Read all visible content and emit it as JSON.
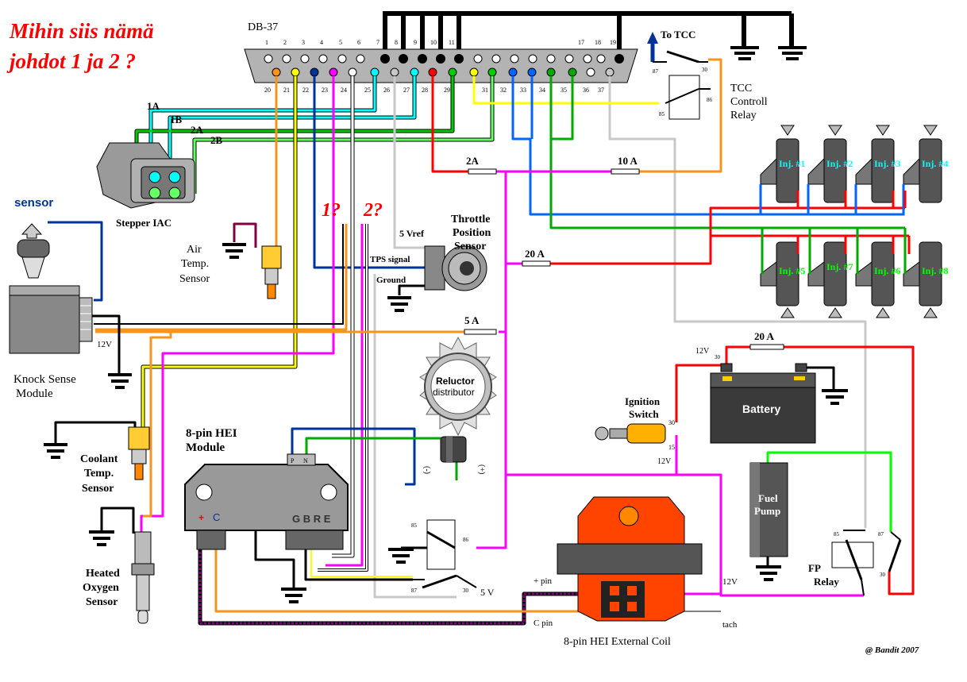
{
  "title_line1": "Mihin siis nämä",
  "title_line2": "johdot 1 ja 2 ?",
  "connector_name": "DB-37",
  "pins_top": [
    "1",
    "2",
    "3",
    "4",
    "5",
    "6",
    "7",
    "8",
    "9",
    "10",
    "11",
    "17",
    "18",
    "19"
  ],
  "pins_bottom": [
    "20",
    "21",
    "22",
    "23",
    "24",
    "25",
    "26",
    "27",
    "28",
    "29",
    "31",
    "32",
    "33",
    "34",
    "35",
    "36",
    "37"
  ],
  "iac": {
    "label": "Stepper IAC",
    "w1a": "1A",
    "w1b": "1B",
    "w2a": "2A",
    "w2b": "2B"
  },
  "tcc": {
    "to_tcc": "To TCC",
    "relay_label_1": "TCC",
    "relay_label_2": "Controll",
    "relay_label_3": "Relay",
    "p87": "87",
    "p30": "30",
    "p85": "85",
    "p86": "86"
  },
  "sensor_word": "sensor",
  "knock": {
    "label_1": "Knock Sense",
    "label_2": "Module",
    "v12": "12V"
  },
  "air": {
    "label_1": "Air",
    "label_2": "Temp.",
    "label_3": "Sensor"
  },
  "question_1": "1?",
  "question_2": "2?",
  "tps": {
    "vref": "5 Vref",
    "signal": "TPS signal",
    "ground": "Ground",
    "label_1": "Throttle",
    "label_2": "Position",
    "label_3": "Sensor"
  },
  "fuses": {
    "f2a": "2A",
    "f10a": "10 A",
    "f20a_1": "20 A",
    "f5a": "5 A",
    "f20a_2": "20 A"
  },
  "injectors": [
    "Inj. #1",
    "Inj. #2",
    "Inj. #3",
    "Inj. #4",
    "Inj. #5",
    "Inj. #7",
    "Inj. #6",
    "Inj. #8"
  ],
  "reluctor": {
    "label_1": "Reluctor",
    "label_2": "distributor",
    "minus": "(-)",
    "plus": "(+)"
  },
  "battery": {
    "label": "Battery",
    "v12": "12V",
    "p30": "30"
  },
  "ignition": {
    "label_1": "Ignition",
    "label_2": "Switch",
    "p30": "30",
    "p15": "15",
    "v12": "12V"
  },
  "coolant": {
    "label_1": "Coolant",
    "label_2": "Temp.",
    "label_3": "Sensor"
  },
  "hei": {
    "label_1": "8-pin HEI",
    "label_2": "Module",
    "c": "C",
    "plus": "+",
    "pins": "G B R E",
    "p": "P",
    "n": "N"
  },
  "o2": {
    "label_1": "Heated",
    "label_2": "Oxygen",
    "label_3": "Sensor"
  },
  "small_relay": {
    "p85": "85",
    "p86": "86",
    "p87": "87",
    "p30": "30",
    "v5": "5 V"
  },
  "coil": {
    "label": "8-pin HEI External Coil",
    "plus_pin": "+ pin",
    "c_pin": "C pin",
    "tach": "tach",
    "v12": "12V"
  },
  "fuel_pump": {
    "label_1": "Fuel",
    "label_2": "Pump"
  },
  "fp_relay": {
    "label_1": "FP",
    "label_2": "Relay",
    "p85": "85",
    "p87": "87",
    "p30": "30"
  },
  "credit": "@ Bandit 2007",
  "wire_colors": {
    "orange": "#f7941d",
    "yellow": "#ffff00",
    "blue": "#003399",
    "magenta": "#ff00ff",
    "red": "#ff0000",
    "green": "#00aa00",
    "darkgreen": "#008000",
    "lightblue": "#0066ff",
    "cyan": "#00ffff",
    "gray": "#c8c8c8",
    "black": "#000000"
  }
}
